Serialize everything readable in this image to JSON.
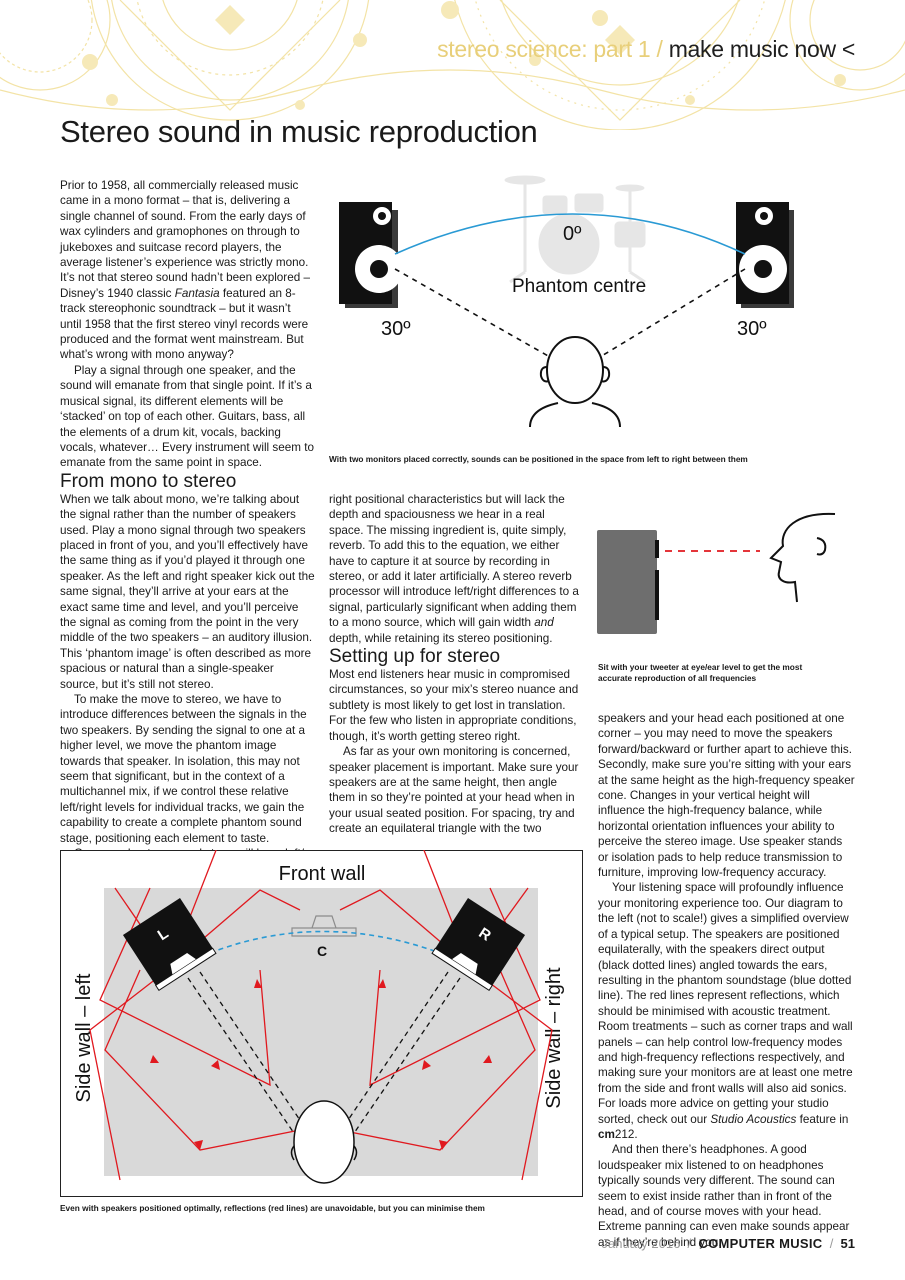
{
  "header": {
    "section": "stereo science: part 1 / ",
    "section_bold": "make music now <"
  },
  "title": "Stereo sound in music reproduction",
  "col1": [
    {
      "type": "p",
      "first": true,
      "parts": [
        "Prior to 1958, all commercially released music came in a mono format – that is, delivering a single channel of sound. From the early days of wax cylinders and gramophones on through to jukeboxes and suitcase record players, the average listener’s experience was strictly mono. It’s not that stereo sound hadn’t been explored – Disney’s 1940 classic ",
        {
          "i": "Fantasia"
        },
        " featured an 8-track stereophonic soundtrack – but it wasn’t until 1958 that the first stereo vinyl records were produced and the format went mainstream. But what’s wrong with mono anyway?"
      ]
    },
    {
      "type": "p",
      "parts": [
        "Play a signal through one speaker, and the sound will emanate from that single point. If it’s a musical signal, its different elements will be ‘stacked’ on top of each other. Guitars, bass, all the elements of a drum kit, vocals, backing vocals, whatever… Every instrument will seem to emanate from the same point in space."
      ]
    },
    {
      "type": "h",
      "text": "From mono to stereo"
    },
    {
      "type": "p",
      "first": true,
      "parts": [
        "When we talk about mono, we’re talking about the signal rather than the number of speakers used. Play a mono signal through two speakers placed in front of you, and you’ll effectively have the same thing as if you’d played it through one speaker. As the left and right speaker kick out the same signal, they’ll arrive at your ears at the exact same time and level, and you’ll perceive the signal as coming from the point in the very middle of the two speakers – an auditory illusion. This ‘phantom image’ is often described as more spacious or natural than a single-speaker source, but it’s still not stereo."
      ]
    },
    {
      "type": "p",
      "parts": [
        "To make the move to stereo, we have to introduce differences between the signals in the two speakers. By sending the signal to one at a higher level, we move the phantom image towards that speaker. In isolation, this may not seem that significant, but in the context of a multichannel mix, if we control these relative left/right levels for individual tracks, we gain the capability to create a complete phantom sound stage, positioning each element to taste."
      ]
    },
    {
      "type": "p",
      "parts": [
        "Our new phantom sound stage will have left/"
      ]
    }
  ],
  "col2": [
    {
      "type": "p",
      "first": true,
      "parts": [
        "right positional characteristics but will lack the depth and spaciousness we hear in a real space. The missing ingredient is, quite simply, reverb. To add this to the equation, we either have to capture it at source by recording in stereo, or add it later artificially. A stereo reverb processor will introduce left/right differences to a signal, particularly significant when adding them to a mono source, which will gain width ",
        {
          "i": "and"
        },
        " depth, while retaining its stereo positioning."
      ]
    },
    {
      "type": "h",
      "text": "Setting up for stereo"
    },
    {
      "type": "p",
      "first": true,
      "parts": [
        "Most end listeners hear music in compromised circumstances, so your mix’s stereo nuance and subtlety is most likely to get lost in translation. For the few who listen in appropriate conditions, though, it’s worth getting stereo right."
      ]
    },
    {
      "type": "p",
      "parts": [
        "As far as your own monitoring is concerned, speaker placement is important. Make sure your speakers are at the same height, then angle them in so they’re pointed at your head when in your usual seated position. For spacing, try and create an equilateral triangle with the two"
      ]
    }
  ],
  "col3": [
    {
      "type": "p",
      "first": true,
      "parts": [
        "speakers and your head each positioned at one corner – you may need to move the speakers forward/backward or further apart to achieve this. Secondly, make sure you’re sitting with your ears at the same height as the high-frequency speaker cone. Changes in your vertical height will influence the high-frequency balance, while horizontal orientation influences your ability to perceive the stereo image. Use speaker stands or isolation pads to help reduce transmission to furniture, improving low-frequency accuracy."
      ]
    },
    {
      "type": "p",
      "parts": [
        "Your listening space will profoundly influence your monitoring experience too. Our diagram to the left (not to scale!) gives a simplified overview of a typical setup. The speakers are positioned equilaterally, with the speakers direct output (black dotted lines) angled towards the ears, resulting in the phantom soundstage (blue dotted line). The red lines represent reflections, which should be minimised with acoustic treatment. Room treatments – such as corner traps and wall panels – can help control low-frequency modes and high-frequency reflections respectively, and making sure your monitors are at least one metre from the side and front walls will also aid sonics. For loads more advice on getting your studio sorted, check out our ",
        {
          "i": "Studio Acoustics"
        },
        " feature in ",
        {
          "b": "cm"
        },
        "212."
      ]
    },
    {
      "type": "p",
      "parts": [
        "And then there’s headphones. A good loudspeaker mix listened to on headphones typically sounds very different. The sound can seem to exist inside rather than in front of the head, and of course moves with your head. Extreme panning can even make sounds appear as if they’re behind you."
      ]
    }
  ],
  "fig1": {
    "angle_center": "0º",
    "label": "Phantom centre",
    "angle_left": "30º",
    "angle_right": "30º",
    "caption": "With two monitors placed correctly, sounds can be positioned in the space from left to right between them"
  },
  "fig2": {
    "caption": "Sit with your tweeter at eye/ear level to get the most accurate reproduction of all frequencies"
  },
  "fig3": {
    "front_wall": "Front wall",
    "side_left": "Side wall – left",
    "side_right": "Side wall – right",
    "speaker_l": "L",
    "speaker_r": "R",
    "center": "C",
    "caption": "Even with speakers positioned optimally, reflections (red lines) are unavoidable, but you can minimise them"
  },
  "footer": {
    "date": "January 2016",
    "mag": "COMPUTER MUSIC",
    "page": "51"
  },
  "colors": {
    "reflection": "#e0191f",
    "phantom": "#2a9ad4",
    "accent": "#f2dc88"
  }
}
